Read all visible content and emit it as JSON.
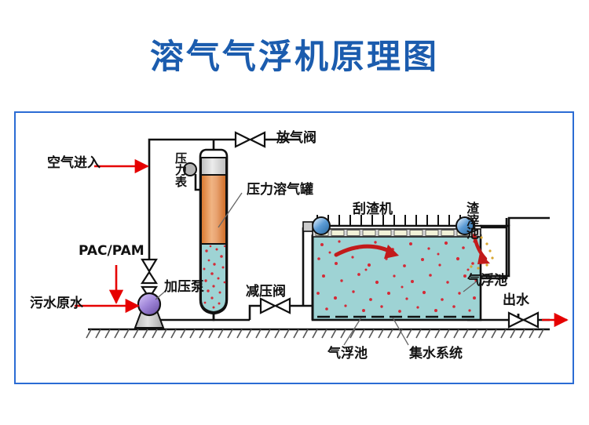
{
  "page": {
    "title": "溶气气浮机原理图",
    "title_color": "#1b5cae",
    "frame_color": "#2b6cd4",
    "background": "#ffffff"
  },
  "diagram": {
    "type": "process-flow-schematic",
    "labels": {
      "air_inlet": "空气进入",
      "chemical_dosing": "PAC/PAM",
      "raw_sewage": "污水原水",
      "pressure_pump": "加压泵",
      "pressure_gauge": "压力表",
      "vent_valve": "放气阀",
      "dissolved_air_tank": "压力溶气罐",
      "pressure_reducing_valve": "减压阀",
      "scraper": "刮渣机",
      "sludge_pit": "渣滓池",
      "flotation_tank_right": "气浮池",
      "flotation_tank_bottom": "气浮池",
      "water_collection_system": "集水系统",
      "outlet_water": "出水"
    },
    "colors": {
      "flow_arrow": "#e60000",
      "pipe": "#111111",
      "water_fill": "#9ed3d4",
      "speckle": "#d42a36",
      "tank_upper": "#e08a3c",
      "tank_cap": "#d6d6d6",
      "pump_body": "#9f85d8",
      "pulley": "#5b9bd5",
      "ground": "#111111"
    }
  }
}
